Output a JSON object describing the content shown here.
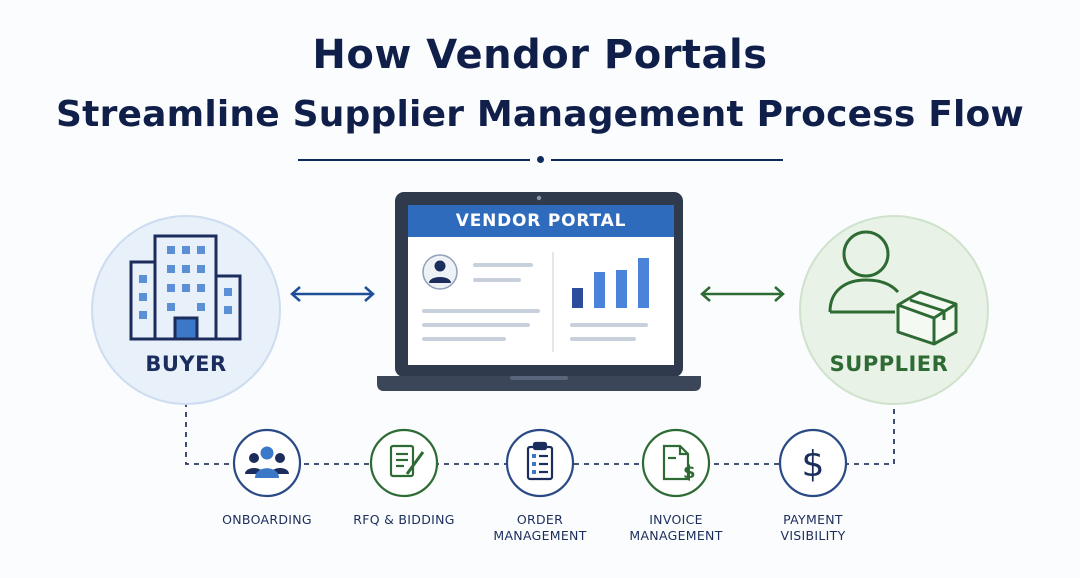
{
  "title": {
    "line1": "How Vendor Portals",
    "line2": "Streamline Supplier Management Process Flow"
  },
  "portal": {
    "header": "VENDOR PORTAL"
  },
  "nodes": {
    "buyer": {
      "label": "BUYER",
      "icon": "office-building-icon"
    },
    "supplier": {
      "label": "SUPPLIER",
      "icon": "person-with-box-icon"
    }
  },
  "steps": [
    {
      "label": "ONBOARDING",
      "icon": "people-group-icon"
    },
    {
      "label": "RFQ & BIDDING",
      "icon": "document-pen-icon"
    },
    {
      "label": "ORDER\nMANAGEMENT",
      "icon": "clipboard-checklist-icon"
    },
    {
      "label": "INVOICE\nMANAGEMENT",
      "icon": "invoice-dollar-icon"
    },
    {
      "label": "PAYMENT\nVISIBILITY",
      "icon": "dollar-sign-icon"
    }
  ],
  "colors": {
    "navy": "#1b2d5c",
    "green": "#2e6b34",
    "blue": "#3c78c8",
    "portal_header": "#2e6bbd",
    "laptop_frame": "#2f3b4d"
  }
}
